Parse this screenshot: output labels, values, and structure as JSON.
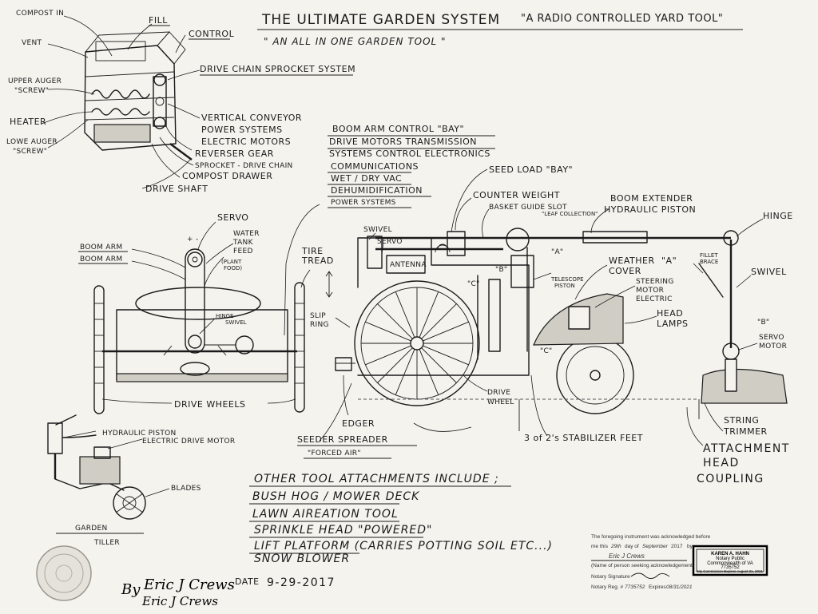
{
  "title": {
    "main": "THE ULTIMATE GARDEN SYSTEM",
    "subtitle": "\"A RADIO CONTROLLED YARD TOOL\"",
    "tagline": "\" AN ALL IN ONE GARDEN TOOL \""
  },
  "composter": {
    "labels": {
      "compost_in": "COMPOST IN",
      "fill": "FILL",
      "control": "CONTROL",
      "vent": "VENT",
      "upper_auger_1": "UPPER AUGER",
      "upper_auger_2": "\"SCREW\"",
      "heater": "HEATER",
      "lower_auger_1": "LOWE AUGER",
      "lower_auger_2": "\"SCREW\"",
      "drive_chain": "DRIVE CHAIN SPROCKET SYSTEM",
      "vertical_conveyor": "VERTICAL CONVEYOR",
      "power_systems": "POWER SYSTEMS",
      "electric_motors": "ELECTRIC MOTORS",
      "reverser_gear": "REVERSER GEAR",
      "sprocket_chain": "SPROCKET - DRIVE CHAIN",
      "compost_drawer": "COMPOST DRAWER",
      "drive_shaft": "DRIVE SHAFT"
    }
  },
  "bay_list": {
    "items": [
      "BOOM ARM CONTROL \"BAY\"",
      "DRIVE MOTORS TRANSMISSION",
      "SYSTEMS CONTROL ELECTRONICS",
      "COMMUNICATIONS",
      "WET / DRY VAC",
      "DEHUMIDIFICATION",
      "POWER SYSTEMS"
    ]
  },
  "front_view": {
    "labels": {
      "servo": "SERVO",
      "boom_arm_1": "BOOM ARM",
      "boom_arm_2": "BOOM ARM",
      "water_tank_1": "WATER",
      "water_tank_2": "TANK",
      "water_tank_3": "FEED",
      "plant_food_1": "(PLANT",
      "plant_food_2": "FOOD)",
      "hinge_swivel_1": "HINGE",
      "hinge_swivel_2": "SWIVEL",
      "tire_tread_1": "TIRE",
      "tire_tread_2": "TREAD",
      "drive_wheels": "DRIVE WHEELS"
    }
  },
  "side_view": {
    "labels": {
      "seed_load_bay": "SEED LOAD \"BAY\"",
      "counter_weight": "COUNTER WEIGHT",
      "basket_guide_slot": "BASKET GUIDE SLOT",
      "leaf_collection": "\"LEAF COLLECTION\"",
      "boom_extender_1": "BOOM EXTENDER",
      "boom_extender_2": "HYDRAULIC PISTON",
      "hinge": "HINGE",
      "swivel_top": "SWIVEL",
      "servo": "SERVO",
      "antenna": "ANTENNA",
      "weather_cover_1": "WEATHER",
      "weather_cover_2": "COVER",
      "fillet_brace_1": "FILLET",
      "fillet_brace_2": "BRACE",
      "swivel_right": "SWIVEL",
      "steering_motor_1": "STEERING",
      "steering_motor_2": "MOTOR",
      "steering_motor_3": "ELECTRIC",
      "telescope_piston_1": "TELESCOPE",
      "telescope_piston_2": "PISTON",
      "head_lamps_1": "HEAD",
      "head_lamps_2": "LAMPS",
      "servo_motor_1": "SERVO",
      "servo_motor_2": "MOTOR",
      "slip_ring_1": "SLIP",
      "slip_ring_2": "RING",
      "drive_wheel_1": "DRIVE",
      "drive_wheel_2": "WHEEL",
      "edger": "EDGER",
      "seeder_spreader": "SEEDER SPREADER",
      "forced_air": "\"FORCED AIR\"",
      "stabilizer_feet": "3 of 2's STABILIZER FEET",
      "string_trimmer_1": "STRING",
      "string_trimmer_2": "TRIMMER",
      "attachment_1": "ATTACHMENT",
      "attachment_2": "HEAD",
      "attachment_3": "COUPLING",
      "mark_a": "\"A\"",
      "mark_a2": "\"A\"",
      "mark_b": "\"B\"",
      "mark_b2": "\"B\"",
      "mark_c": "\"C\"",
      "mark_c2": "\"C\""
    }
  },
  "tiller": {
    "labels": {
      "hydraulic_piston": "HYDRAULIC PISTON",
      "electric_drive_motor": "ELECTRIC DRIVE MOTOR",
      "blades": "BLADES",
      "garden": "GARDEN",
      "tiller": "TILLER"
    }
  },
  "attachments": {
    "heading": "OTHER TOOL ATTACHMENTS INCLUDE ;",
    "items": [
      "BUSH HOG / MOWER DECK",
      "LAWN AIREATION TOOL",
      "SPRINKLE HEAD \"POWERED\"",
      "LIFT PLATFORM (CARRIES POTTING SOIL ETC...)",
      "SNOW BLOWER"
    ]
  },
  "signature": {
    "by": "By",
    "name": "Eric J Crews",
    "date_label": "DATE",
    "date": "9-29-2017"
  },
  "notary": {
    "line1": "The foregoing instrument was acknowledged before",
    "line2_a": "me this",
    "line2_day": "29th",
    "line2_b": "day of",
    "line2_month": "September",
    "line2_year": "2017",
    "line2_by": "by",
    "name": "Eric J Crews",
    "line3": "(Name of person seeking acknowledgement)",
    "line4": "Notary Signature",
    "line5_a": "Notary Reg. #",
    "reg_no": "7735752",
    "line5_b": "Expires",
    "expires": "08/31/2021",
    "stamp": {
      "name": "KAREN A. HAHN",
      "title": "Notary Public",
      "state": "Commonwealth of VA",
      "reg": "7735752",
      "expiry": "My Commission Expires August 31, 2021"
    }
  },
  "colors": {
    "paper": "#f4f3ee",
    "ink": "#1b1b1b",
    "shade": "#cfcdc4"
  }
}
